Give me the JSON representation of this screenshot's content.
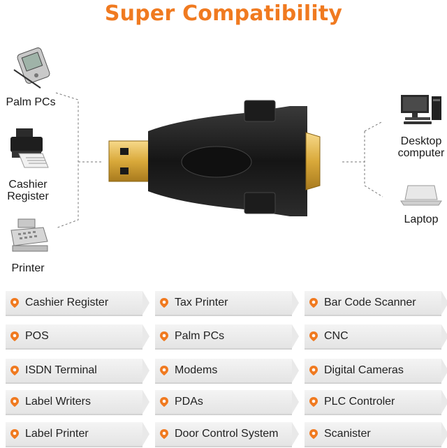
{
  "title": "Super Compatibility",
  "left_devices": [
    {
      "label": "Palm PCs",
      "icon": "pda-icon"
    },
    {
      "label": "Cashier\nRegister",
      "icon": "printer-icon"
    },
    {
      "label": "Printer",
      "icon": "cash-register-icon"
    }
  ],
  "right_devices": [
    {
      "label": "Desktop\ncomputer",
      "icon": "desktop-computer-icon"
    },
    {
      "label": "Laptop",
      "icon": "laptop-icon"
    }
  ],
  "product": {
    "icon": "usb-to-serial-adapter-icon"
  },
  "accent_color": "#f07a20",
  "compatibility_list": [
    [
      "Cashier Register",
      "Tax Printer",
      "Bar Code Scanner"
    ],
    [
      "POS",
      "Palm PCs",
      "CNC"
    ],
    [
      "ISDN Terminal",
      "Modems",
      "Digital Cameras"
    ],
    [
      "Label Writers",
      "PDAs",
      "PLC Controler"
    ],
    [
      "Label Printer",
      "Door Control System",
      "Scanister"
    ]
  ]
}
